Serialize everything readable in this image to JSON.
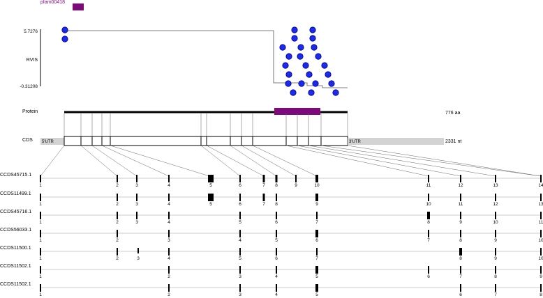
{
  "domain_legend": {
    "label": "pfam00418",
    "color": "#7B0A7B"
  },
  "rvis": {
    "label": "RVIS",
    "max_label": "5.7276",
    "min_label": "-0.31208",
    "dot_color": "#1F2BE0",
    "dot_outline": "#000080"
  },
  "protein": {
    "label": "Protein",
    "length_label": "776 aa",
    "domain_color": "#7B0A7B"
  },
  "cds": {
    "label": "CDS",
    "utr5_label": "5'UTR",
    "utr3_label": "3'UTR",
    "length_label": "2331 nt",
    "utr_color": "#D3D3D3"
  },
  "transcripts": [
    {
      "name": "CCDS45715.1",
      "exons": [
        "1",
        "2",
        "3",
        "4",
        "5",
        "6",
        "7",
        "8",
        "9",
        "10",
        "11",
        "12",
        "13",
        "14"
      ]
    },
    {
      "name": "CCDS11499.1",
      "exons": [
        "1",
        "2",
        "3",
        "4",
        "5",
        "6",
        "7",
        "8",
        "9",
        "10",
        "11",
        "12",
        "13"
      ]
    },
    {
      "name": "CCDS45716.1",
      "exons": [
        "1",
        "2",
        "3",
        "4",
        "5",
        "6",
        "7",
        "8",
        "9",
        "10",
        "11"
      ]
    },
    {
      "name": "CCDS56033.1",
      "exons": [
        "1",
        "2",
        "3",
        "4",
        "5",
        "6",
        "7",
        "8",
        "9",
        "10"
      ]
    },
    {
      "name": "CCDS11500.1",
      "exons": [
        "1",
        "2",
        "3",
        "4",
        "5",
        "6",
        "7",
        "8",
        "9",
        "10"
      ]
    },
    {
      "name": "CCDS11502.1",
      "exons": [
        "1",
        "2",
        "3",
        "4",
        "5",
        "6",
        "7",
        "8",
        "9"
      ]
    },
    {
      "name": "CCDS11502.1",
      "exons": [
        "1",
        "2",
        "3",
        "4",
        "5",
        "6",
        "7",
        "8"
      ]
    }
  ]
}
